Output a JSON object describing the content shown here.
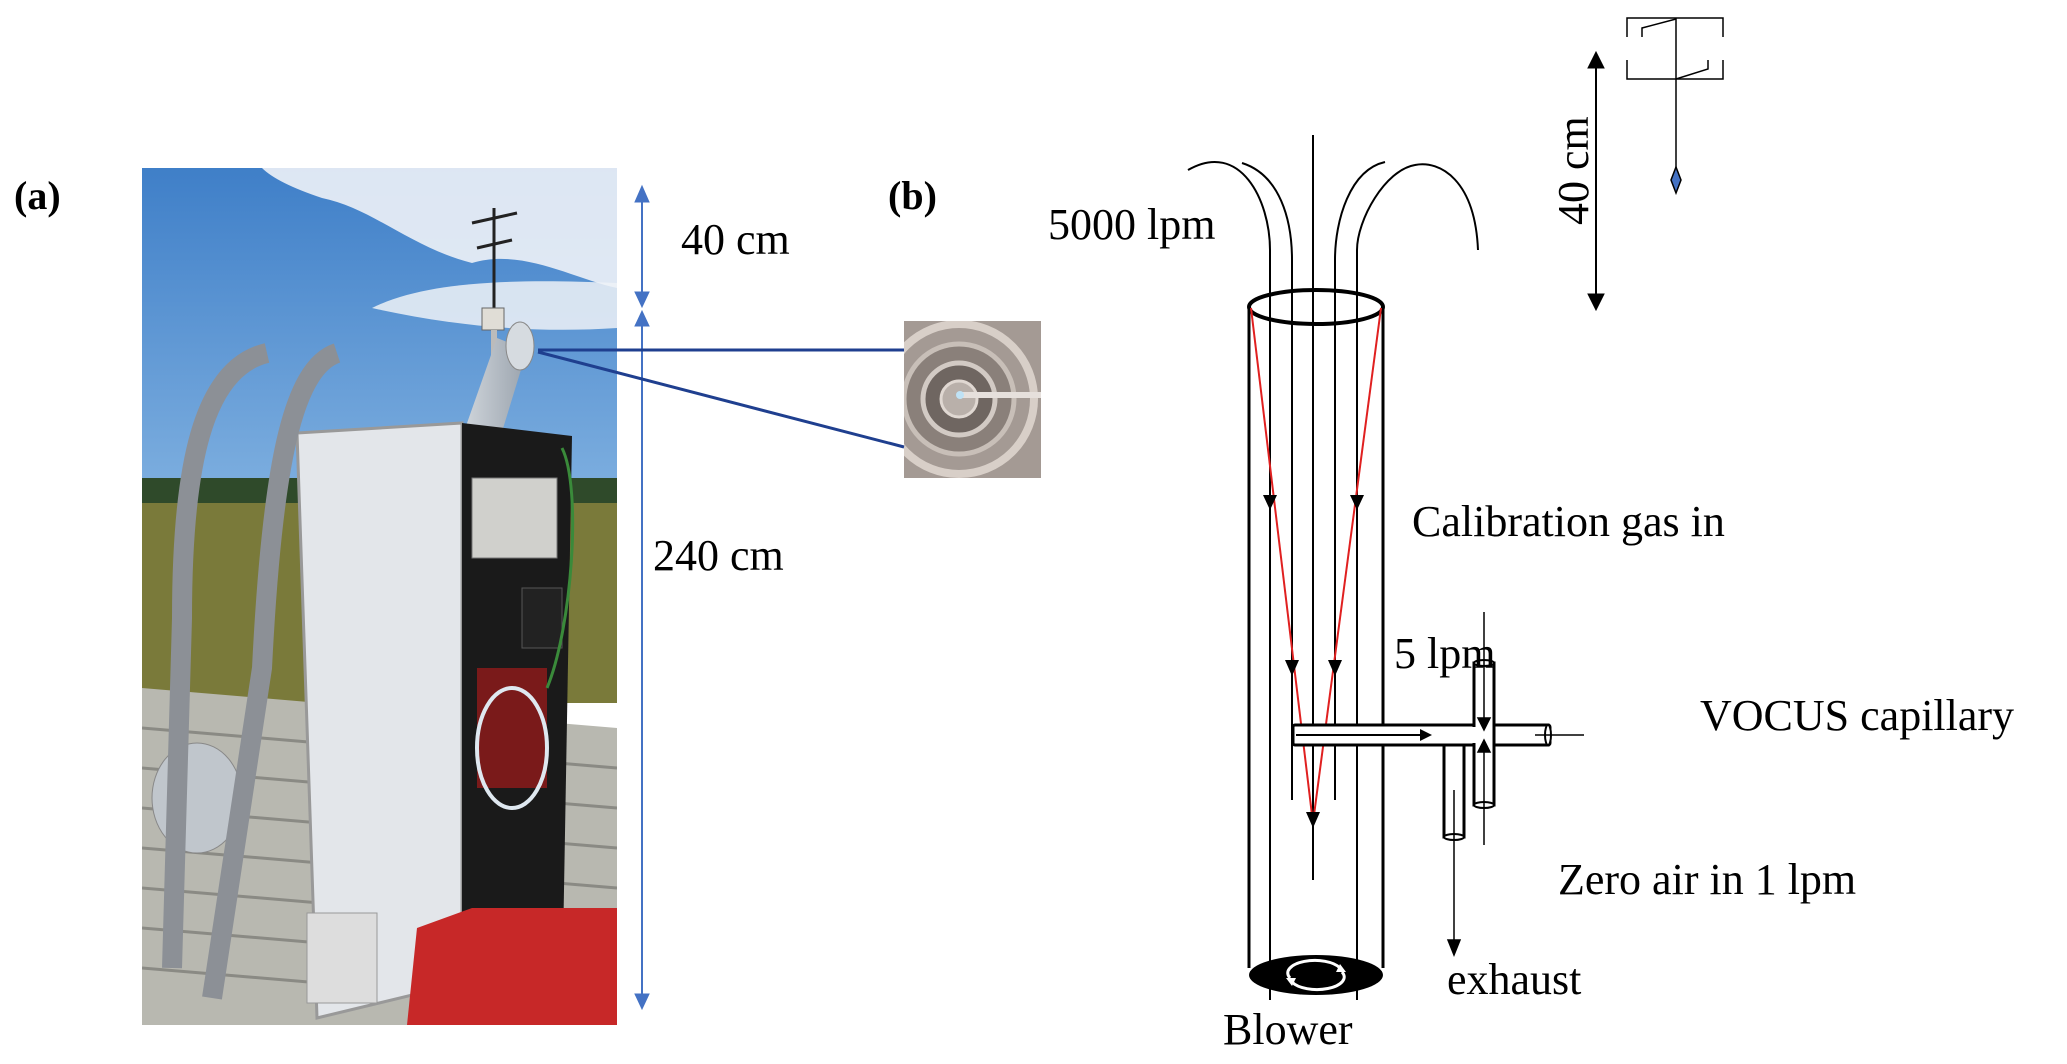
{
  "panels": {
    "a": "(a)",
    "b": "(b)"
  },
  "photo": {
    "description": "Field photograph of inlet setup: white instrument case with open rack, grey hoses, angled aluminium duct, sonic anemometer mast against blue sky over peatland",
    "dimensions": {
      "upper": "40 cm",
      "lower": "240 cm"
    },
    "inset_description": "Close-up view looking into the duct showing the capillary inlet"
  },
  "diagram": {
    "flow_in": "5000 lpm",
    "height_label": "40 cm",
    "calibration": "Calibration gas in",
    "sample_flow": "5 lpm",
    "capillary": "VOCUS capillary",
    "zero_air": "Zero air in 1 lpm",
    "exhaust": "exhaust",
    "blower": "Blower"
  },
  "colors": {
    "dimension_arrow": "#4472c4",
    "leader_line": "#1f3f8f",
    "calibration_flow": "#e02020",
    "stroke": "#000000"
  }
}
